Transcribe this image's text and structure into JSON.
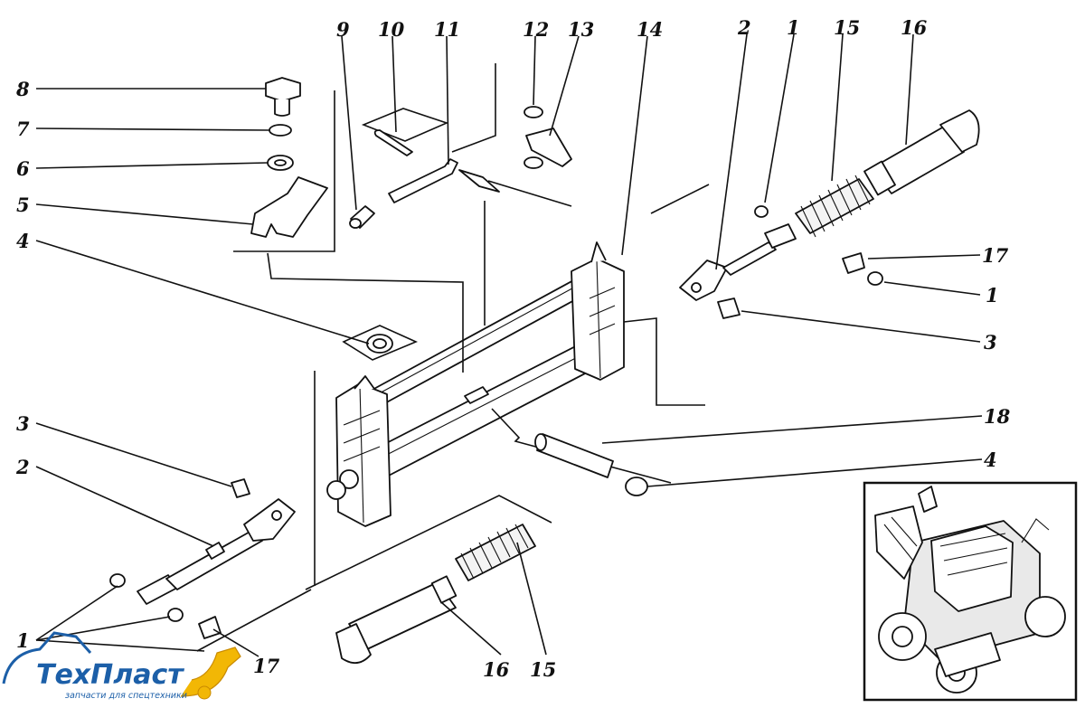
{
  "callouts": {
    "c1_top": "1",
    "c2_top": "2",
    "c15_top": "15",
    "c16_top": "16",
    "c9": "9",
    "c10": "10",
    "c11": "11",
    "c12": "12",
    "c13": "13",
    "c14": "14",
    "c8": "8",
    "c7": "7",
    "c6": "6",
    "c5": "5",
    "c4_left": "4",
    "c17_right": "17",
    "c1_right": "1",
    "c3_right": "3",
    "c18": "18",
    "c4_right": "4",
    "c3_left": "3",
    "c2_left": "2",
    "c1_bottom": "1",
    "c17_bottom": "17",
    "c16_bottom": "16",
    "c15_bottom": "15"
  },
  "logo": {
    "name": "ТехПласт",
    "tagline": "запчасти для спецтехники",
    "colors": {
      "primary": "#1c5fa8",
      "accent": "#f2b705"
    }
  },
  "inset": {
    "description_icon": "backhoe-loader-icon"
  }
}
